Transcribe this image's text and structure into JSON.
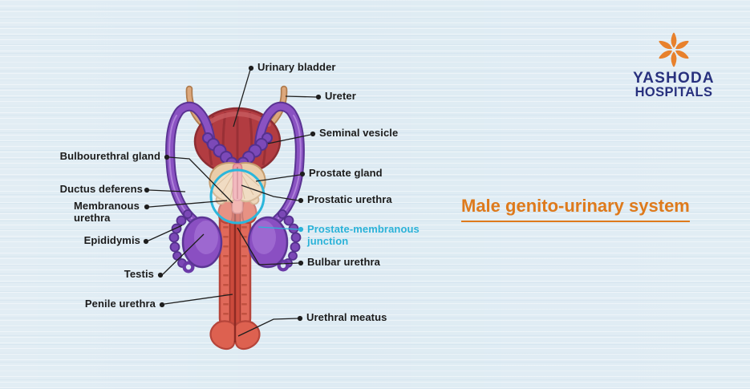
{
  "page": {
    "background_color": "#deebf3"
  },
  "logo": {
    "icon": "flower-icon",
    "icon_color": "#e8812c",
    "line1": "YASHODA",
    "line2": "HOSPITALS",
    "text_color": "#28317e"
  },
  "title": {
    "text": "Male genito-urinary system",
    "color": "#de7a1c"
  },
  "diagram": {
    "name": "male-genito-urinary-system-illustration",
    "highlight_circle_color": "#2bb6db",
    "label_color": "#1b1b1b",
    "accent_label_color": "#2ab2d8",
    "labels": [
      {
        "id": "urinary-bladder",
        "text": "Urinary bladder"
      },
      {
        "id": "ureter",
        "text": "Ureter"
      },
      {
        "id": "seminal-vesicle",
        "text": "Seminal vesicle"
      },
      {
        "id": "bulbourethral-gland",
        "text": "Bulbourethral gland"
      },
      {
        "id": "prostate-gland",
        "text": "Prostate gland"
      },
      {
        "id": "ductus-deferens",
        "text": "Ductus deferens"
      },
      {
        "id": "prostatic-urethra",
        "text": "Prostatic urethra"
      },
      {
        "id": "membranous-urethra",
        "text": "Membranous urethra"
      },
      {
        "id": "epididymis",
        "text": "Epididymis"
      },
      {
        "id": "prostate-membranous-junction",
        "text": "Prostate-membranous junction"
      },
      {
        "id": "bulbar-urethra",
        "text": "Bulbar urethra"
      },
      {
        "id": "testis",
        "text": "Testis"
      },
      {
        "id": "penile-urethra",
        "text": "Penile urethra"
      },
      {
        "id": "urethral-meatus",
        "text": "Urethral meatus"
      }
    ]
  }
}
